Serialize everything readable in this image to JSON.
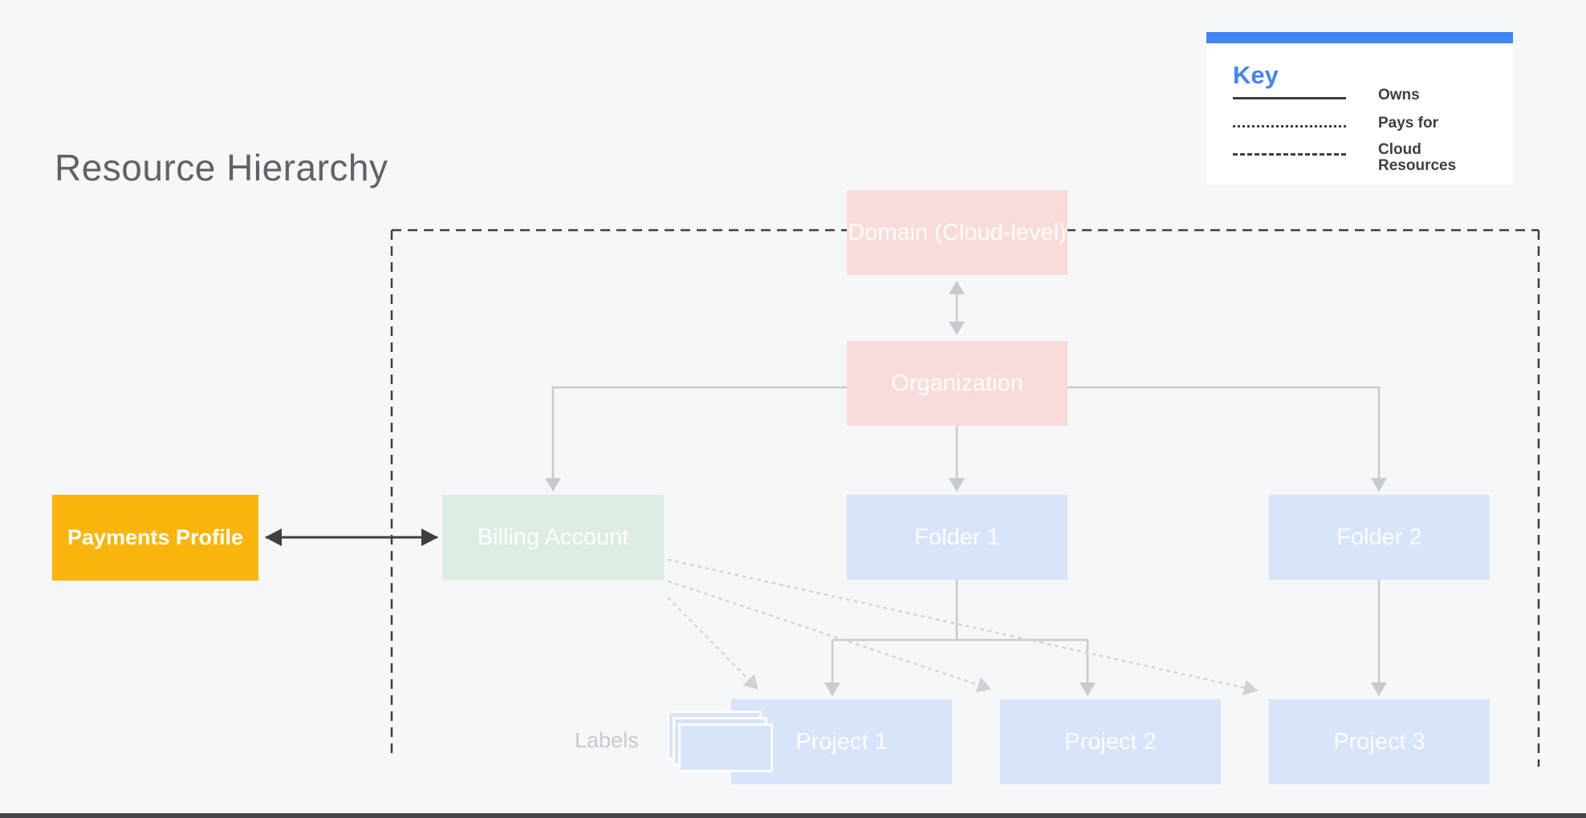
{
  "page": {
    "title": "Resource Hierarchy",
    "background": "#F5F7F9"
  },
  "legend": {
    "title": "Key",
    "accent_color": "#4285F4",
    "items": [
      {
        "style": "solid",
        "label": "Owns"
      },
      {
        "style": "dotted",
        "label": "Pays for"
      },
      {
        "style": "dashed",
        "label": "Cloud Resources"
      }
    ]
  },
  "nodes": {
    "payments_profile": {
      "label": "Payments Profile",
      "color": "#F9B50B"
    },
    "domain": {
      "label": "Domain (Cloud-level)",
      "color": "#F9DCDA"
    },
    "organization": {
      "label": "Organization",
      "color": "#F9DCDA"
    },
    "billing_account": {
      "label": "Billing Account",
      "color": "#DEEDE1"
    },
    "folder_1": {
      "label": "Folder 1",
      "color": "#D7E4FA"
    },
    "folder_2": {
      "label": "Folder 2",
      "color": "#D7E4FA"
    },
    "project_1": {
      "label": "Project 1",
      "color": "#D7E4FA"
    },
    "project_2": {
      "label": "Project 2",
      "color": "#D7E4FA"
    },
    "project_3": {
      "label": "Project 3",
      "color": "#D7E4FA"
    }
  },
  "edges": [
    {
      "from": "domain",
      "to": "organization",
      "type": "owns",
      "bidirectional": true
    },
    {
      "from": "organization",
      "to": "billing_account",
      "type": "owns",
      "bidirectional": false
    },
    {
      "from": "organization",
      "to": "folder_1",
      "type": "owns",
      "bidirectional": false
    },
    {
      "from": "organization",
      "to": "folder_2",
      "type": "owns",
      "bidirectional": false
    },
    {
      "from": "folder_1",
      "to": "project_1",
      "type": "owns",
      "bidirectional": false
    },
    {
      "from": "folder_1",
      "to": "project_2",
      "type": "owns",
      "bidirectional": false
    },
    {
      "from": "folder_2",
      "to": "project_3",
      "type": "owns",
      "bidirectional": false
    },
    {
      "from": "payments_profile",
      "to": "billing_account",
      "type": "owns",
      "bidirectional": true
    },
    {
      "from": "billing_account",
      "to": "project_1",
      "type": "pays_for",
      "bidirectional": false
    },
    {
      "from": "billing_account",
      "to": "project_2",
      "type": "pays_for",
      "bidirectional": false
    },
    {
      "from": "billing_account",
      "to": "project_3",
      "type": "pays_for",
      "bidirectional": false
    }
  ],
  "annotations": {
    "labels_caption": "Labels"
  }
}
